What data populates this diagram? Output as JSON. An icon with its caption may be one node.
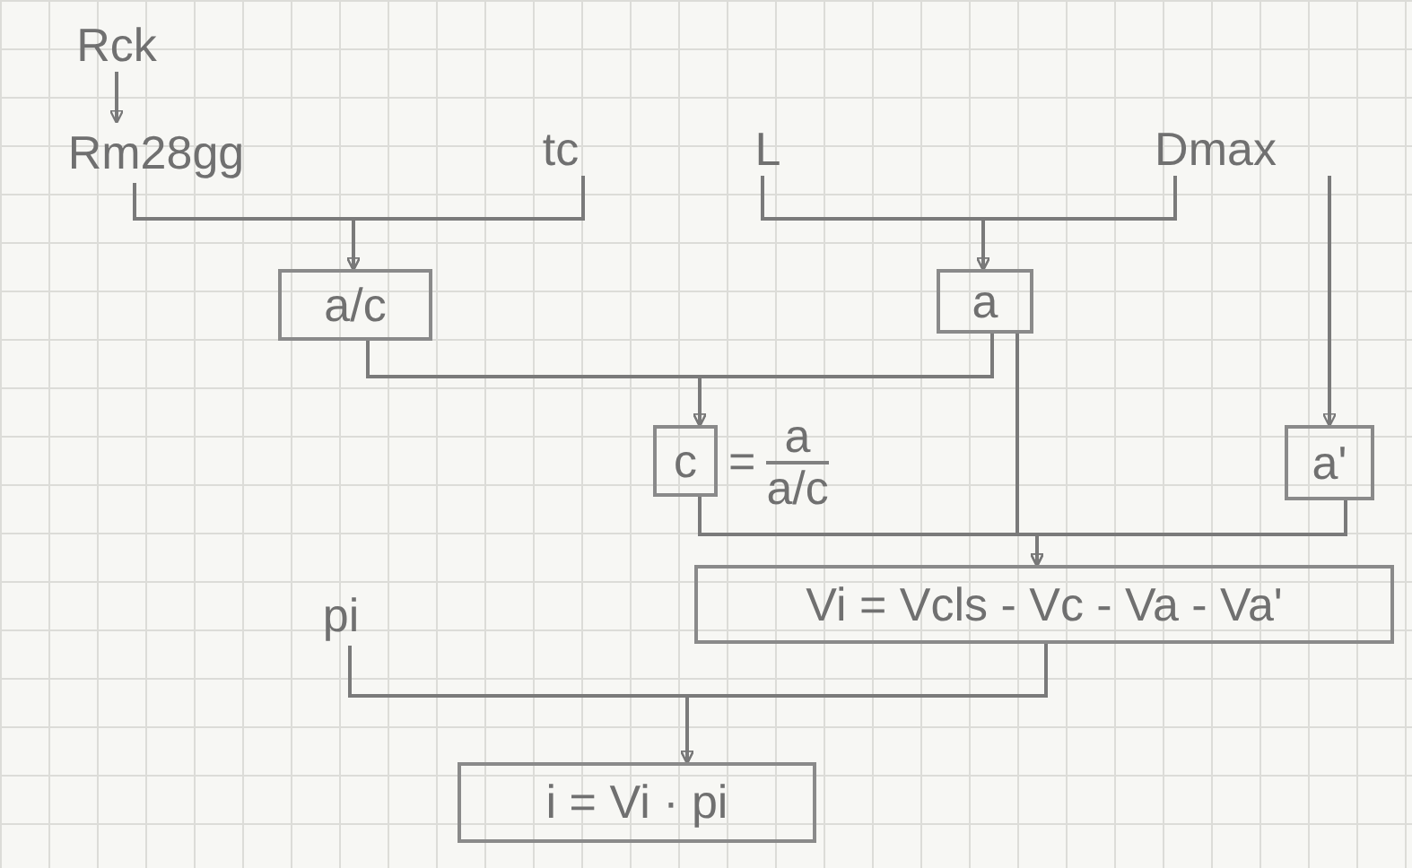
{
  "diagram": {
    "nodes": [
      {
        "text": [
          "Rck"
        ]
      },
      {
        "text": [
          "Rm28gg"
        ]
      },
      {
        "text": [
          "tc"
        ]
      },
      {
        "text": [
          "L"
        ]
      },
      {
        "text": [
          "Dmax"
        ]
      },
      {
        "text": [
          "a/c"
        ]
      },
      {
        "text": [
          "a"
        ]
      },
      {
        "text": [
          "c"
        ],
        "beside": [
          "=",
          "a",
          "a/c"
        ]
      },
      {
        "text": [
          "a'"
        ]
      },
      {
        "text": [
          "Vi = Vcls - Vc - Va - Va'"
        ]
      },
      {
        "text": [
          "pi"
        ]
      },
      {
        "text": [
          "i = Vi · pi"
        ]
      }
    ],
    "edges": [
      {
        "from": 0,
        "to": 1,
        "arrow": "to"
      },
      {
        "from": 1,
        "to": 5,
        "arrow": "to"
      },
      {
        "from": 2,
        "to": 5,
        "arrow": "to"
      },
      {
        "from": 3,
        "to": 6,
        "arrow": "to"
      },
      {
        "from": 4,
        "to": 6,
        "arrow": "to"
      },
      {
        "from": 4,
        "to": 8,
        "arrow": "to"
      },
      {
        "from": 5,
        "to": 7,
        "arrow": "to"
      },
      {
        "from": 6,
        "to": 7,
        "arrow": "to"
      },
      {
        "from": 7,
        "to": 9,
        "arrow": "to"
      },
      {
        "from": 6,
        "to": 9,
        "arrow": "to"
      },
      {
        "from": 8,
        "to": 9,
        "arrow": "to"
      },
      {
        "from": 10,
        "to": 11,
        "arrow": "to"
      },
      {
        "from": 9,
        "to": 11,
        "arrow": "to"
      }
    ]
  }
}
